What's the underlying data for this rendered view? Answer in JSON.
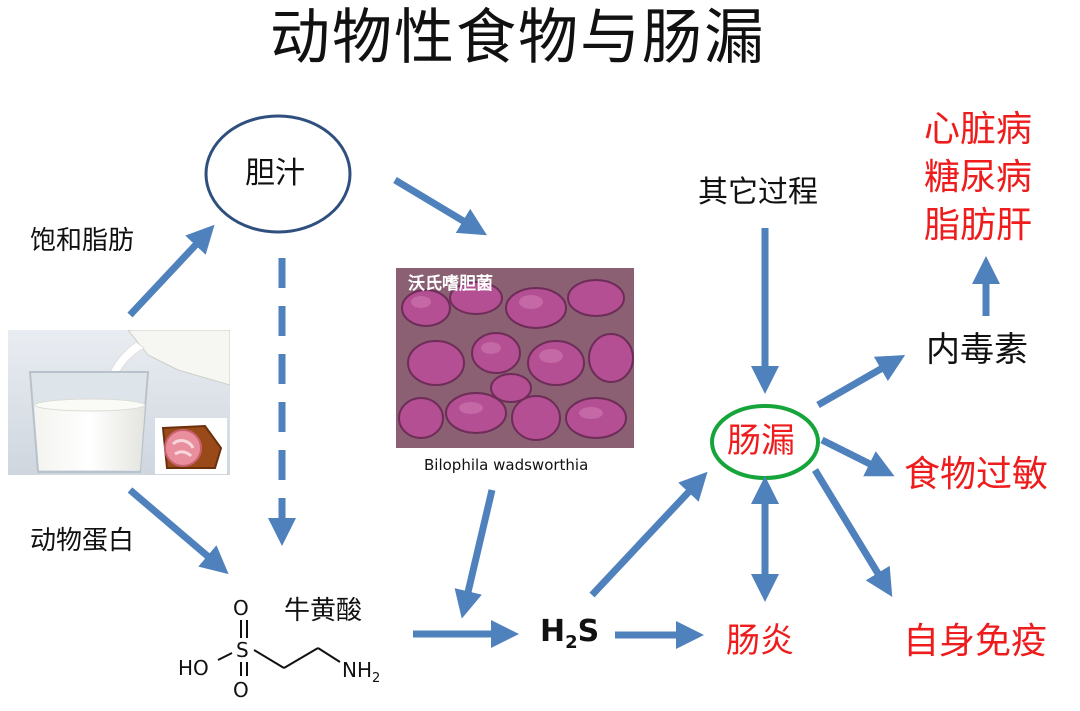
{
  "title": "动物性食物与肠漏",
  "nodes": {
    "bile": "胆汁",
    "saturated_fat": "饱和脂肪",
    "animal_protein": "动物蛋白",
    "taurine": "牛黄酸",
    "bacteria_label_cn": "沃氏嗜胆菌",
    "bacteria_caption": "Bilophila wadsworthia",
    "h2s_main": "H",
    "h2s_sub": "2",
    "h2s_tail": "S",
    "other_process": "其它过程",
    "leaky_gut": "肠漏",
    "endotoxin": "内毒素",
    "enteritis": "肠炎",
    "food_allergy": "食物过敏",
    "autoimmune": "自身免疫",
    "diseases": [
      "心脏病",
      "糖尿病",
      "脂肪肝"
    ]
  },
  "molecule": {
    "o_top": "O",
    "o_bottom": "O",
    "s": "S",
    "ho": "HO",
    "nh": "NH",
    "nh_sub": "2"
  },
  "colors": {
    "arrow": "#4f81bd",
    "bile_circle": "#2f4f7f",
    "leaky_circle": "#16a53a",
    "red_text": "#ee1c1c",
    "bacteria": "#b0508f"
  },
  "icons": [
    "milk-pouring-icon",
    "ham-icon",
    "bacteria-micrograph-icon",
    "taurine-molecule-icon"
  ]
}
